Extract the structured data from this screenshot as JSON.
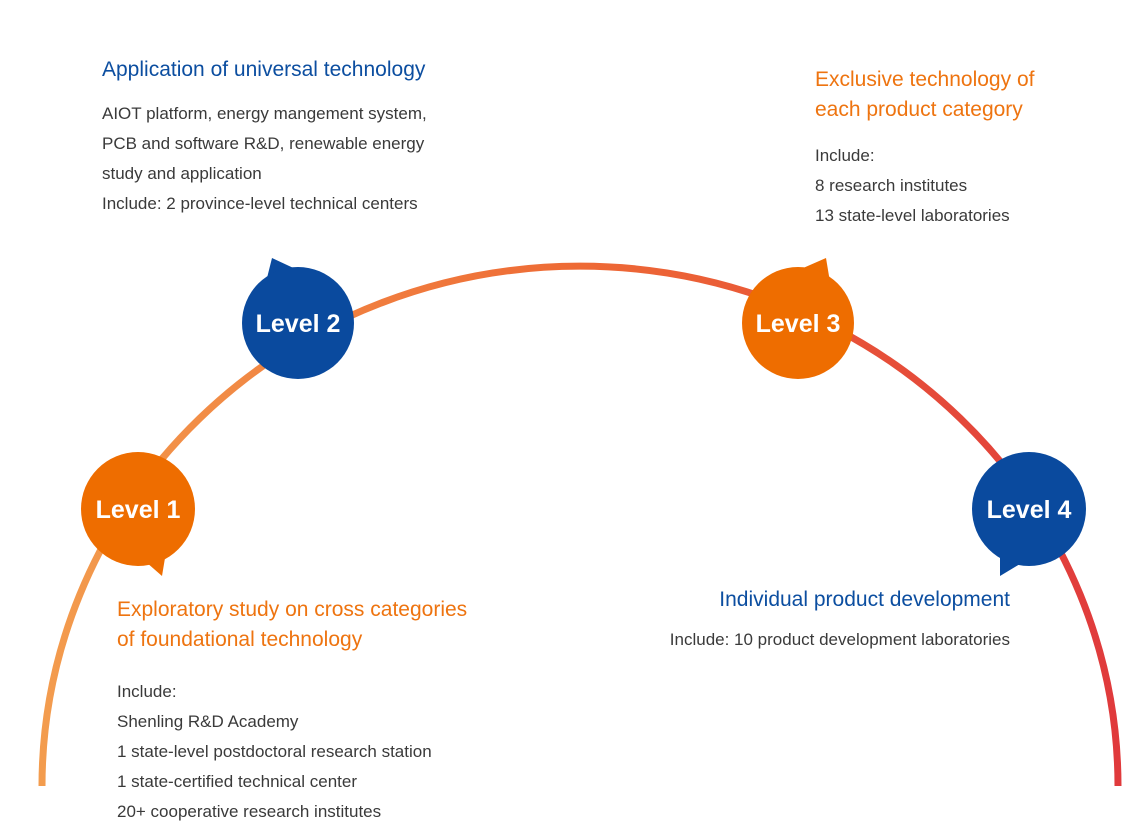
{
  "levels": [
    {
      "id": "level1",
      "badge": "Level 1",
      "badge_color": "#ee6d00",
      "heading": "Exploratory study on cross categories of foundational technology",
      "heading_lines": [
        "Exploratory study on cross categories",
        "of foundational technology"
      ],
      "heading_color": "#ee7410",
      "lines": [
        "Include:",
        "Shenling R&D Academy",
        "1 state-level postdoctoral research station",
        "1 state-certified technical center",
        "20+ cooperative research institutes"
      ]
    },
    {
      "id": "level2",
      "badge": "Level 2",
      "badge_color": "#0a4a9e",
      "heading": "Application of universal technology",
      "heading_lines": [
        "Application of universal technology"
      ],
      "heading_color": "#0c4ea0",
      "lines": [
        "AIOT platform, energy mangement system,",
        "PCB and software R&D, renewable energy",
        "study and application",
        "Include: 2 province-level technical centers"
      ]
    },
    {
      "id": "level3",
      "badge": "Level 3",
      "badge_color": "#ee6d00",
      "heading": "Exclusive technology of each product category",
      "heading_lines": [
        "Exclusive technology of",
        "each product category"
      ],
      "heading_color": "#ee7410",
      "lines": [
        "Include:",
        "8 research institutes",
        "13 state-level laboratories"
      ]
    },
    {
      "id": "level4",
      "badge": "Level 4",
      "badge_color": "#0a4a9e",
      "heading": "Individual product development",
      "heading_lines": [
        "Individual product development"
      ],
      "heading_color": "#0c4ea0",
      "lines": [
        "Include: 10 product development laboratories"
      ]
    }
  ],
  "arc": {
    "gradient_start": "#f39c4e",
    "gradient_mid": "#ee6a35",
    "gradient_end": "#e03a3c"
  }
}
